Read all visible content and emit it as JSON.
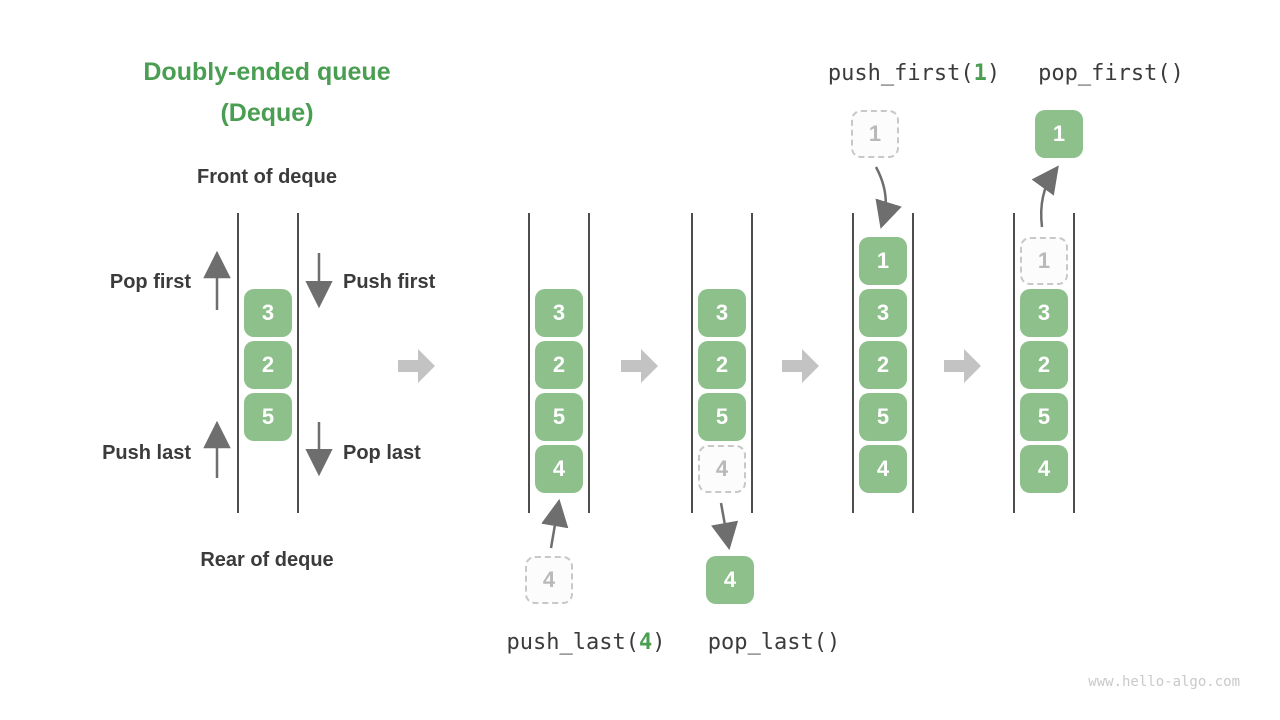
{
  "title": {
    "line1": "Doubly-ended queue",
    "line2": "(Deque)"
  },
  "labels": {
    "front": "Front of deque",
    "rear": "Rear of deque",
    "pop_first": "Pop first",
    "push_first": "Push first",
    "push_last": "Push last",
    "pop_last": "Pop last"
  },
  "operations": {
    "push_last": {
      "fn": "push_last(",
      "arg": "4",
      "close": ")"
    },
    "pop_last": {
      "fn": "pop_last()"
    },
    "push_first": {
      "fn": "push_first(",
      "arg": "1",
      "close": ")"
    },
    "pop_first": {
      "fn": "pop_first()"
    }
  },
  "queues": {
    "initial": {
      "cells": [
        "3",
        "2",
        "5"
      ]
    },
    "after_push_last": {
      "cells": [
        "3",
        "2",
        "5",
        "4"
      ]
    },
    "pop_last": {
      "cells": [
        "3",
        "2",
        "5"
      ],
      "ghost": "4"
    },
    "after_push_first": {
      "cells": [
        "1",
        "3",
        "2",
        "5",
        "4"
      ]
    },
    "pop_first": {
      "cells": [
        "3",
        "2",
        "5",
        "4"
      ],
      "ghost": "1"
    }
  },
  "floating": {
    "push_last_source": "4",
    "pop_last_result": "4",
    "push_first_source": "1",
    "pop_first_result": "1"
  },
  "watermark": "www.hello-algo.com",
  "colors": {
    "green-box": "#8dc08b",
    "green-text": "#4a9e52",
    "dark-text": "#3b3b3b",
    "wall": "#4d4d4d",
    "arrow": "#6e6e6e",
    "step-arrow": "#c3c3c3",
    "ghost-border": "#c8c8c8",
    "ghost-text": "#b9b9b9",
    "watermark-text": "#c9c9c9"
  }
}
